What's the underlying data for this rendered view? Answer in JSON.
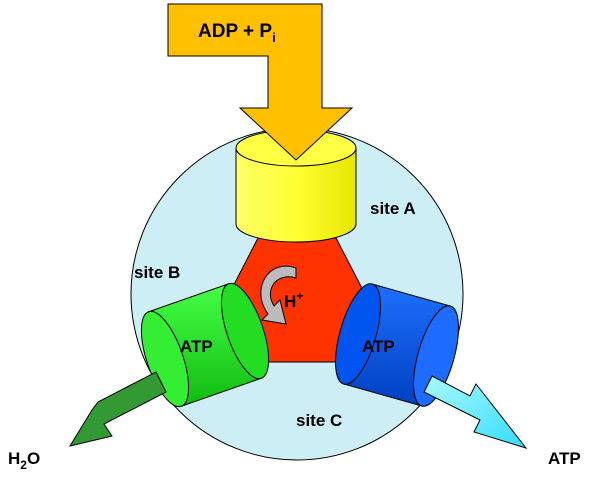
{
  "labels": {
    "input_main": "ADP + P",
    "input_sub": "i",
    "site_a": "site A",
    "site_b": "site B",
    "site_c": "site C",
    "proton_main": "H",
    "proton_sup": "+",
    "cyl_b_label": "ATP",
    "cyl_c_label": "ATP",
    "out_left_main": "H",
    "out_left_sub": "2",
    "out_left_tail": "O",
    "out_right": "ATP"
  },
  "colors": {
    "background_disc": "#cdeef4",
    "input_arrow": "#ffc000",
    "site_a_cylinder": "#ffff33",
    "site_b_cylinder": "#22dd22",
    "site_c_cylinder": "#0055ee",
    "center_hexagon": "#ff3300",
    "rotation_arrow": "#bbbbbb",
    "out_arrow_left": "#339933",
    "out_arrow_right": "#55eeff"
  },
  "icons": {
    "rotation": "curved-rotation-arrow-icon"
  }
}
